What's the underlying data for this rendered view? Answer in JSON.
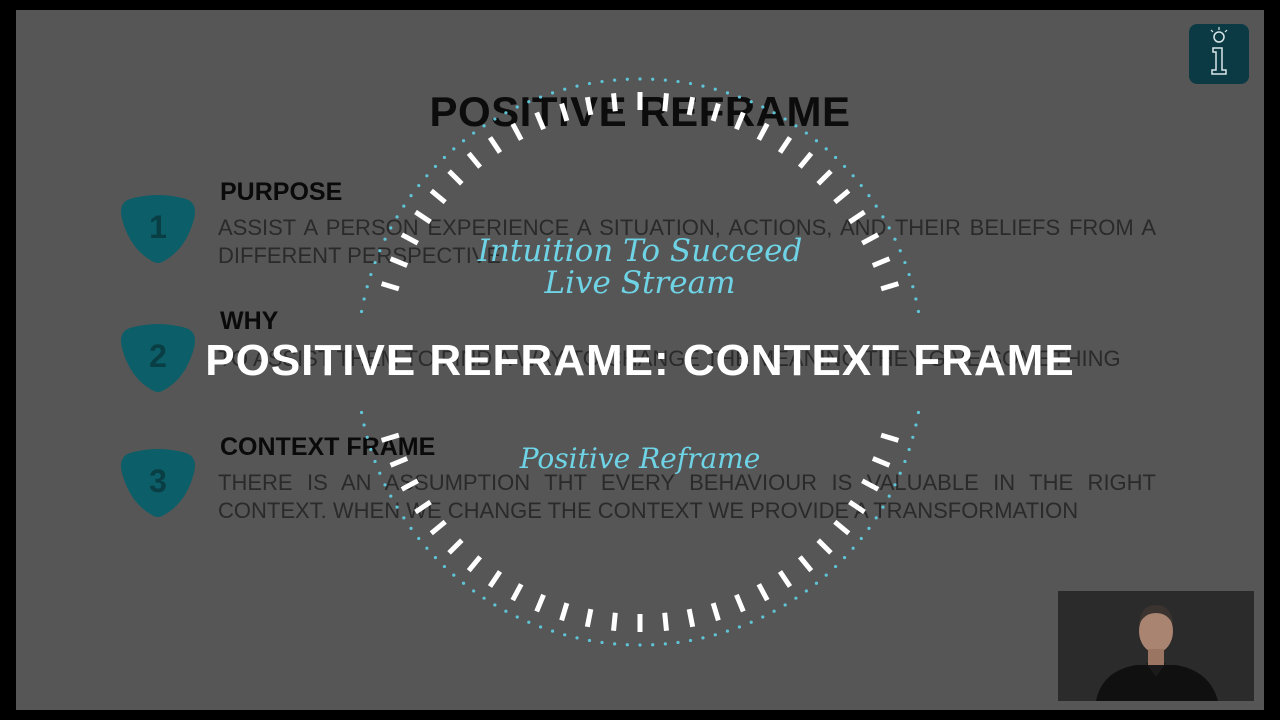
{
  "slide": {
    "title": "POSITIVE REFRAME",
    "sections": [
      {
        "number": "1",
        "heading": "PURPOSE",
        "body": "ASSIST A PERSON EXPERIENCE A SITUATION, ACTIONS, AND THEIR BELIEFS FROM A DIFFERENT PERSPECTIVE"
      },
      {
        "number": "2",
        "heading": "WHY",
        "body": "TO ASSIST THEM TO FIND A WAY TO CHANGE THE MEANING THEY GIVE SOMETHING"
      },
      {
        "number": "3",
        "heading": "CONTEXT FRAME",
        "body": "THERE IS AN ASSUMPTION THT EVERY BEHAVIOUR IS VALUABLE IN THE RIGHT CONTEXT. WHEN WE CHANGE THE CONTEXT WE PROVIDE A TRANSFORMATION"
      }
    ]
  },
  "overlay": {
    "brand_line1": "Intuition To Succeed",
    "brand_line2": "Live Stream",
    "main_title": "POSITIVE REFRAME: CONTEXT FRAME",
    "subtitle": "Positive Reframe"
  },
  "icons": {
    "corner": "info-icon",
    "badge": "shield-badge-icon"
  },
  "colors": {
    "slide_bg": "#565656",
    "badge": "#0c5e68",
    "accent": "#6fd3e6",
    "overlay_text": "#ffffff"
  }
}
